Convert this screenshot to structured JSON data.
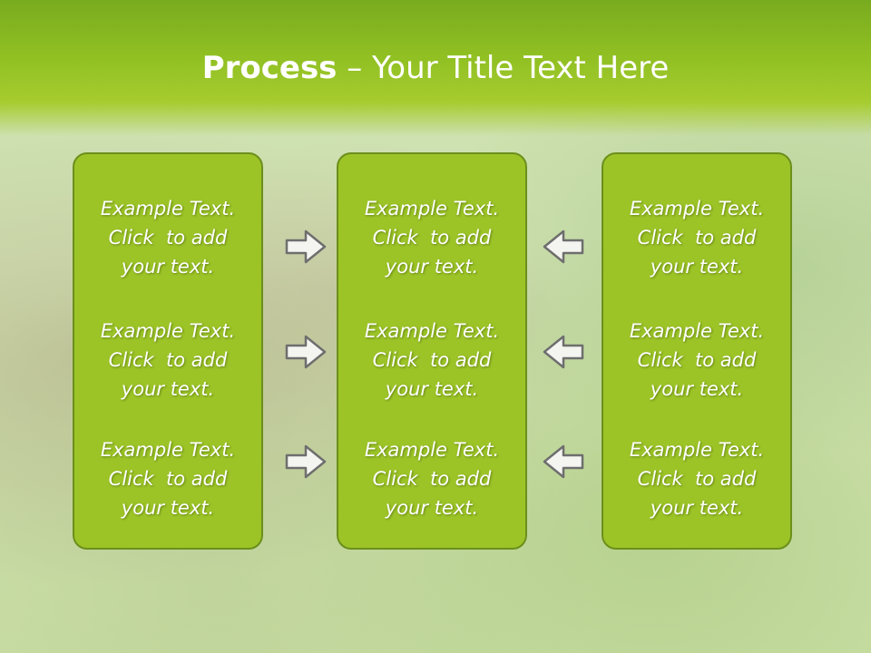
{
  "slide": {
    "title_bold": "Process",
    "title_rest": " – Your Title Text Here"
  },
  "columns": [
    {
      "blocks": [
        {
          "line1": "Example Text.",
          "line2": "Click  to add",
          "line3": "your text."
        },
        {
          "line1": "Example Text.",
          "line2": "Click  to add",
          "line3": "your text."
        },
        {
          "line1": "Example Text.",
          "line2": "Click  to add",
          "line3": "your text."
        }
      ]
    },
    {
      "blocks": [
        {
          "line1": "Example Text.",
          "line2": "Click  to add",
          "line3": "your text."
        },
        {
          "line1": "Example Text.",
          "line2": "Click  to add",
          "line3": "your text."
        },
        {
          "line1": "Example Text.",
          "line2": "Click  to add",
          "line3": "your text."
        }
      ]
    },
    {
      "blocks": [
        {
          "line1": "Example Text.",
          "line2": "Click  to add",
          "line3": "your text."
        },
        {
          "line1": "Example Text.",
          "line2": "Click  to add",
          "line3": "your text."
        },
        {
          "line1": "Example Text.",
          "line2": "Click  to add",
          "line3": "your text."
        }
      ]
    }
  ],
  "arrows": {
    "left_side": "right-arrow-icon",
    "right_side": "left-arrow-icon"
  },
  "colors": {
    "banner": "#8fbf22",
    "box_fill": "#9cc427",
    "box_border": "#6b8f1b",
    "text": "#ffffff"
  }
}
